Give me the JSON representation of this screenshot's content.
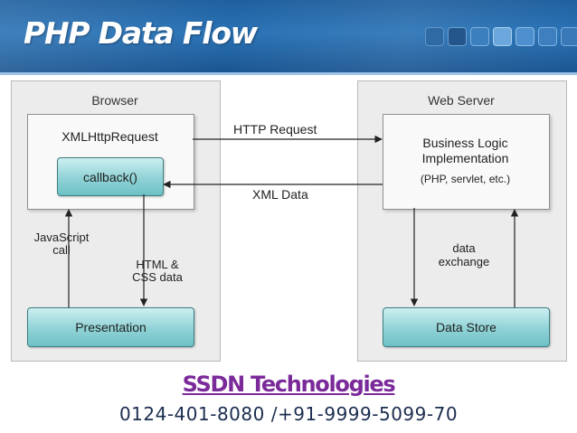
{
  "slide": {
    "title": "PHP Data Flow",
    "colors": {
      "header": "#2a73b6",
      "teal_box": "#8fd2d6",
      "brand": "#7b2a9a",
      "phone": "#1c2d4f"
    }
  },
  "diagram": {
    "browser": {
      "title": "Browser",
      "xhr_label": "XMLHttpRequest",
      "callback_label": "callback()",
      "presentation_label": "Presentation"
    },
    "server": {
      "title": "Web Server",
      "logic_line1": "Business Logic",
      "logic_line2": "Implementation",
      "logic_line3": "(PHP, servlet, etc.)",
      "store_label": "Data Store"
    },
    "edges": {
      "http_request": "HTTP Request",
      "xml_data": "XML Data",
      "js_call_line1": "JavaScript",
      "js_call_line2": "call",
      "html_css_line1": "HTML &",
      "html_css_line2": "CSS data",
      "data_exchange_line1": "data",
      "data_exchange_line2": "exchange"
    }
  },
  "footer": {
    "company": "SSDN Technologies",
    "phone": "0124-401-8080 /+91-9999-5099-70"
  }
}
